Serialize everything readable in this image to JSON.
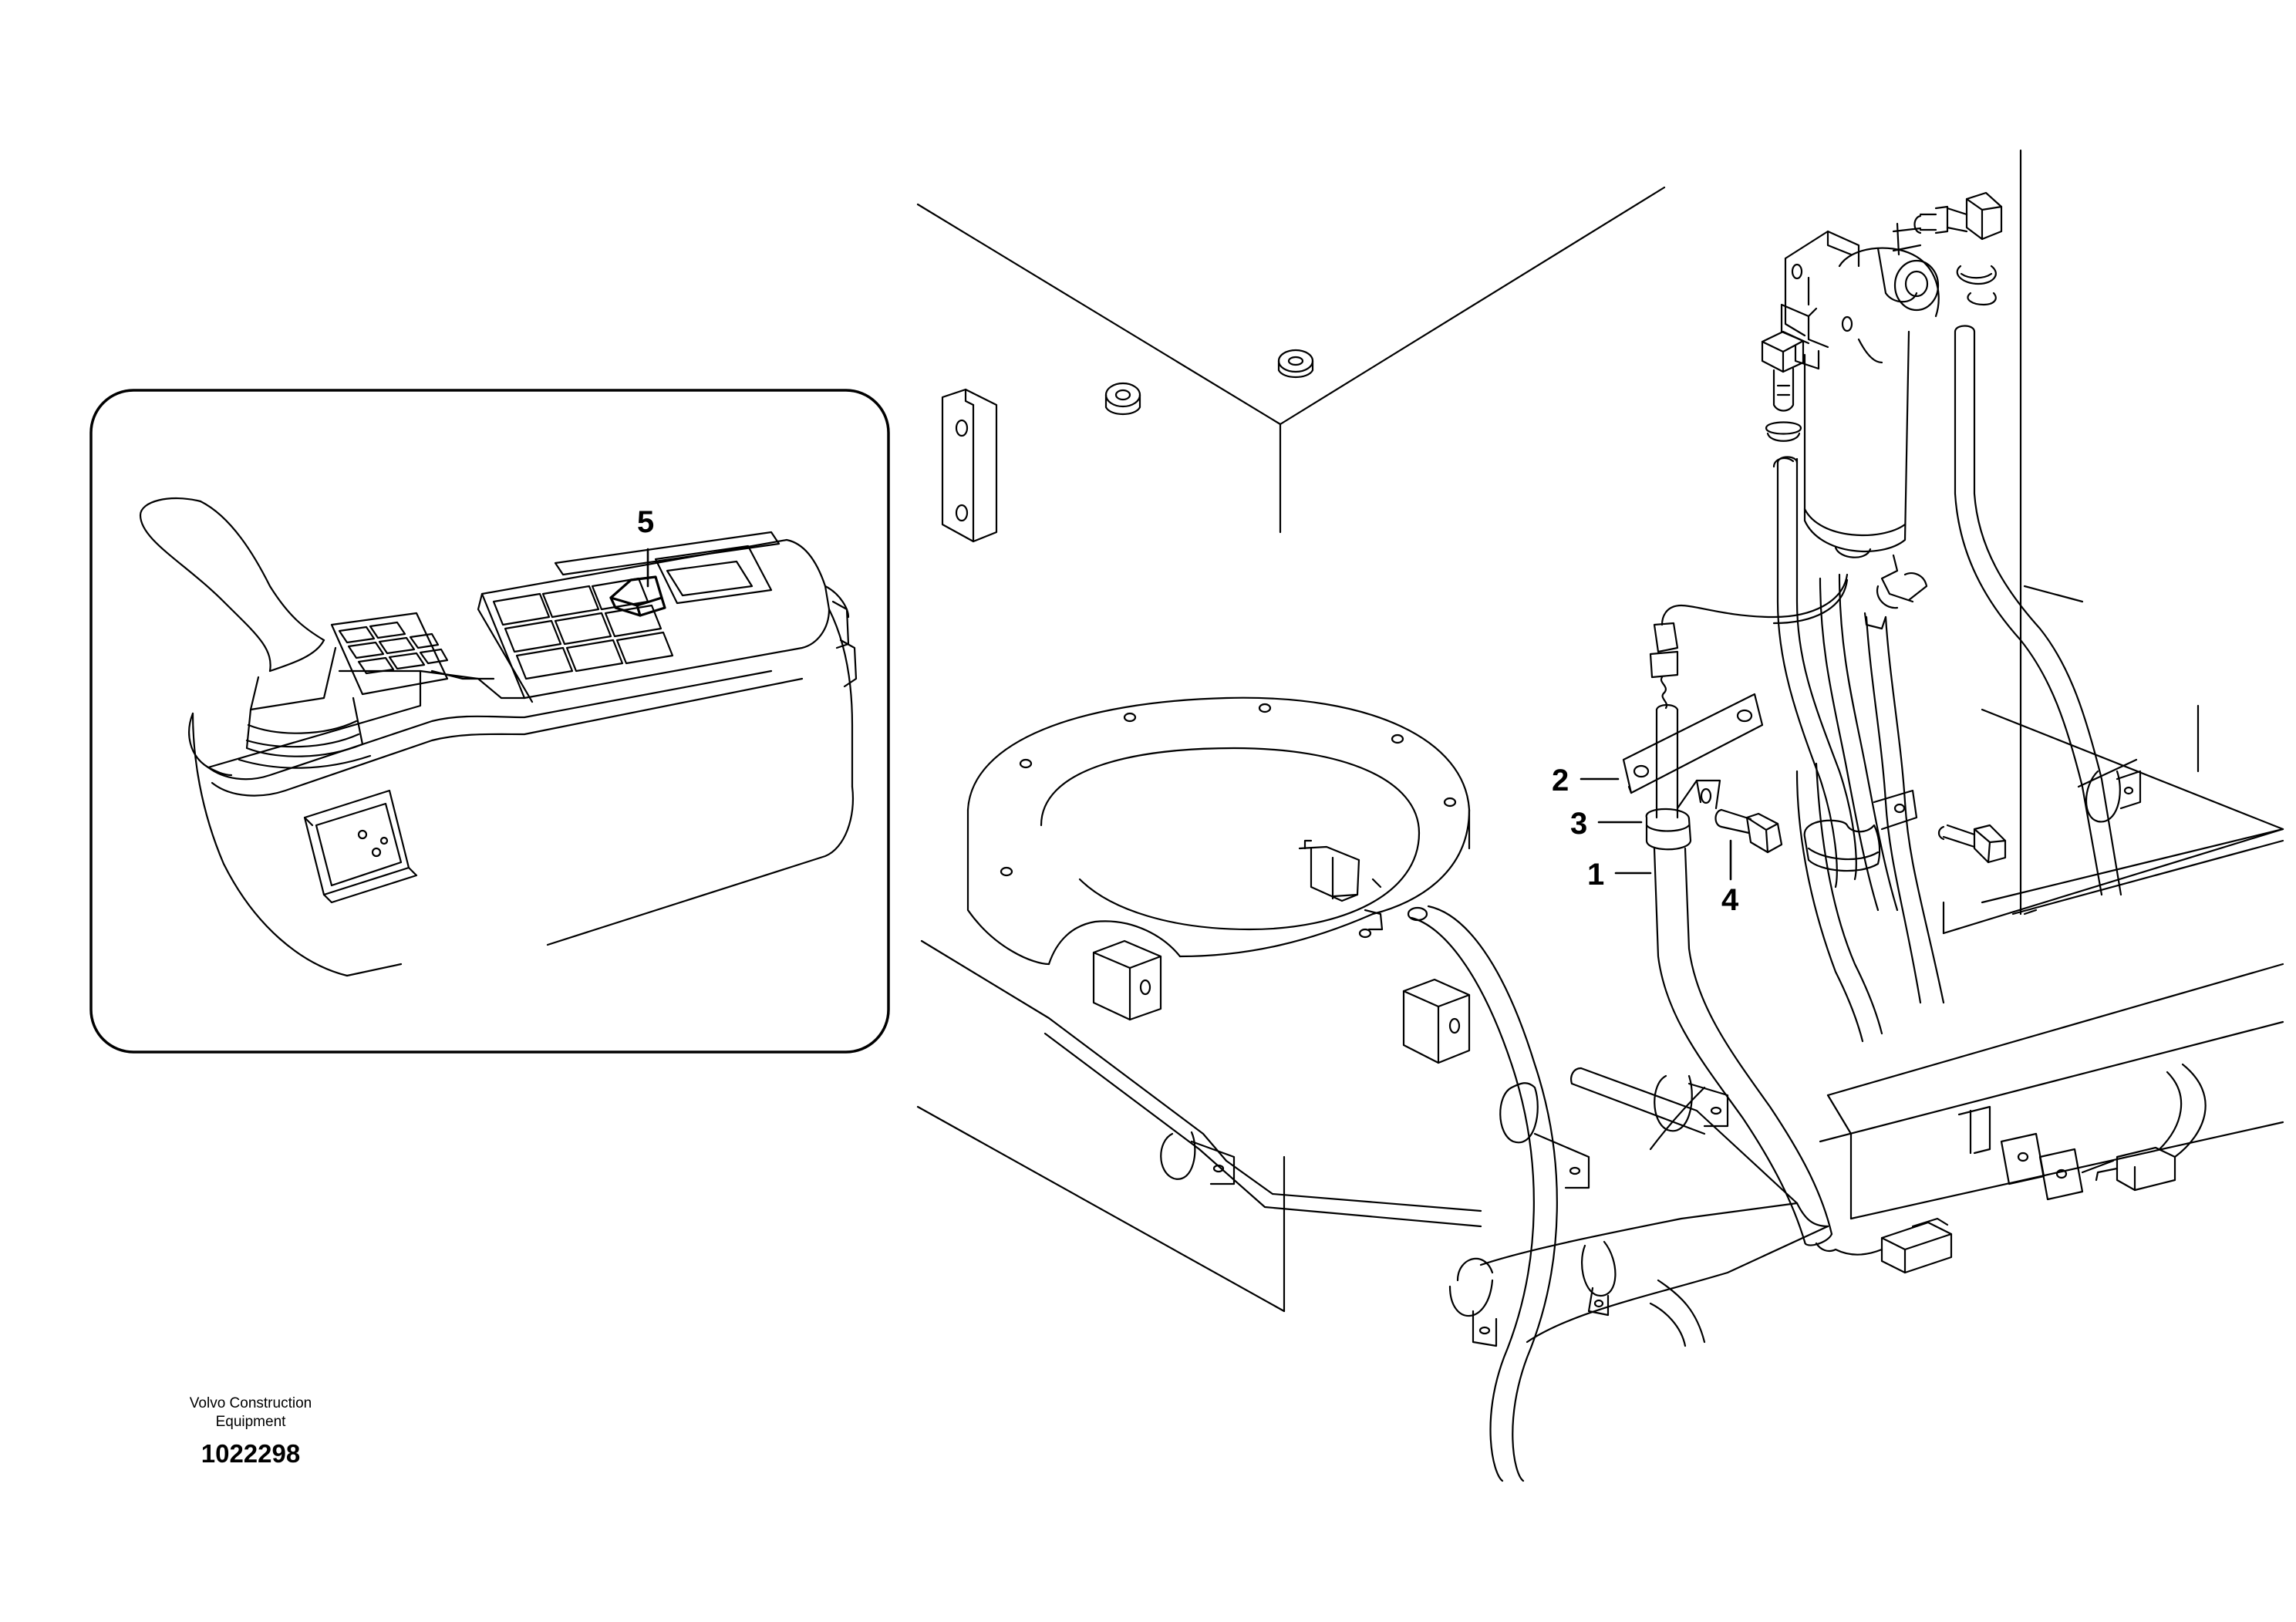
{
  "callouts": {
    "c1": "1",
    "c2": "2",
    "c3": "3",
    "c4": "4",
    "c5": "5"
  },
  "footer": {
    "brand_line1": "Volvo Construction",
    "brand_line2": "Equipment",
    "drawing_number": "1022298"
  },
  "colors": {
    "line": "#000000",
    "background": "#ffffff"
  }
}
